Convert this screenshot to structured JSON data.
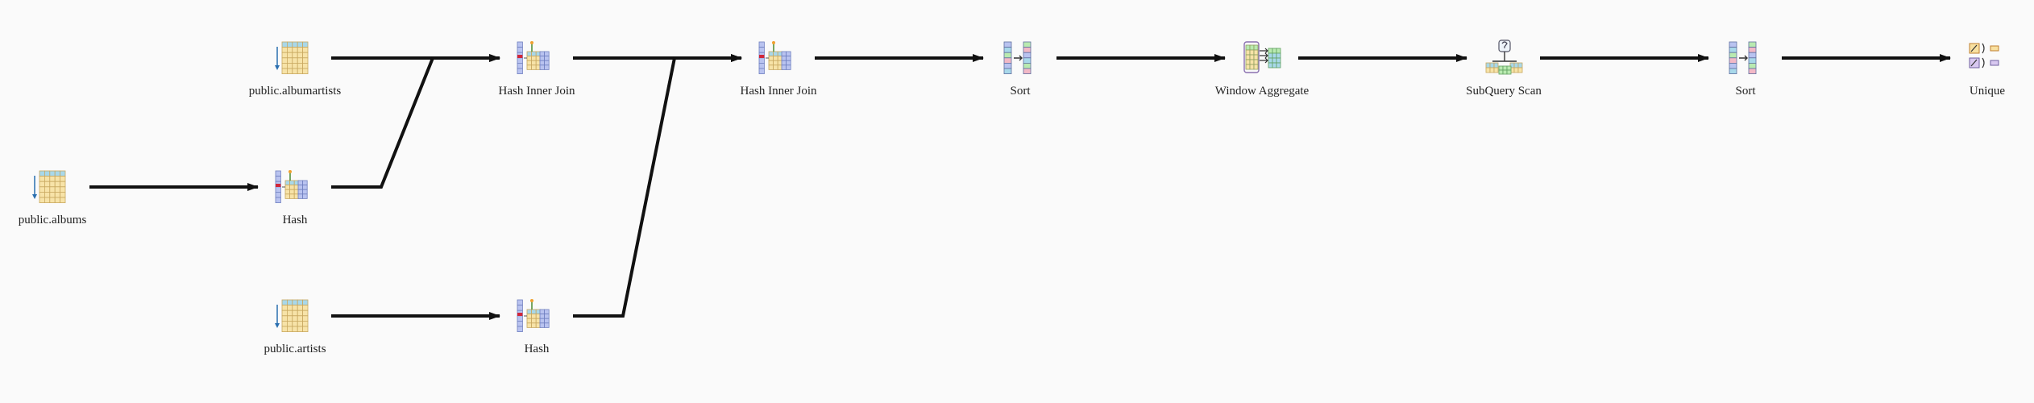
{
  "diagram": {
    "nodes": [
      {
        "id": "scan_albumartists",
        "label": "public.albumartists",
        "icon": "table-scan-icon"
      },
      {
        "id": "scan_albums",
        "label": "public.albums",
        "icon": "table-scan-icon"
      },
      {
        "id": "hash_albums",
        "label": "Hash",
        "icon": "hash-icon"
      },
      {
        "id": "scan_artists",
        "label": "public.artists",
        "icon": "table-scan-icon"
      },
      {
        "id": "hash_artists",
        "label": "Hash",
        "icon": "hash-icon"
      },
      {
        "id": "join_1",
        "label": "Hash Inner Join",
        "icon": "hash-join-icon"
      },
      {
        "id": "join_2",
        "label": "Hash Inner Join",
        "icon": "hash-join-icon"
      },
      {
        "id": "sort_1",
        "label": "Sort",
        "icon": "sort-icon"
      },
      {
        "id": "window_agg",
        "label": "Window Aggregate",
        "icon": "window-aggregate-icon"
      },
      {
        "id": "subquery",
        "label": "SubQuery Scan",
        "icon": "subquery-scan-icon"
      },
      {
        "id": "sort_2",
        "label": "Sort",
        "icon": "sort-icon"
      },
      {
        "id": "unique",
        "label": "Unique",
        "icon": "unique-icon"
      }
    ],
    "edges": [
      {
        "from": "scan_albums",
        "to": "hash_albums"
      },
      {
        "from": "scan_albumartists",
        "to": "join_1"
      },
      {
        "from": "hash_albums",
        "to": "join_1"
      },
      {
        "from": "scan_artists",
        "to": "hash_artists"
      },
      {
        "from": "join_1",
        "to": "join_2"
      },
      {
        "from": "hash_artists",
        "to": "join_2"
      },
      {
        "from": "join_2",
        "to": "sort_1"
      },
      {
        "from": "sort_1",
        "to": "window_agg"
      },
      {
        "from": "window_agg",
        "to": "subquery"
      },
      {
        "from": "subquery",
        "to": "sort_2"
      },
      {
        "from": "sort_2",
        "to": "unique"
      }
    ],
    "colors": {
      "edge": "#111111",
      "table_header": "#a8d8ea",
      "table_body": "#f7e3a8",
      "table_border": "#c8a860",
      "blue_cell": "#b9c3f0",
      "green_cell": "#b9eab0",
      "pink_cell": "#f2b8c6",
      "red_marker": "#d0263a",
      "orange": "#f0b050"
    }
  }
}
